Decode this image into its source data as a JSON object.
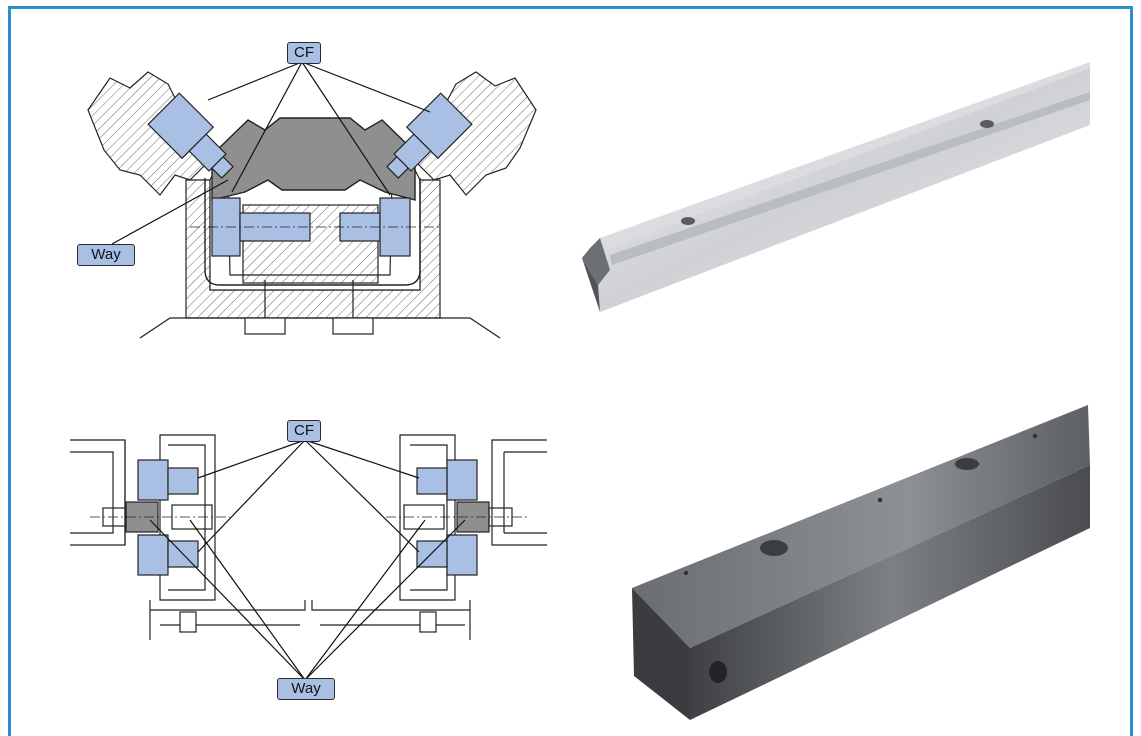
{
  "labels": {
    "top_cf": "CF",
    "top_way": "Way",
    "bottom_cf": "CF",
    "bottom_way": "Way"
  },
  "colors": {
    "frame_border": "#2b8fd0",
    "label_fill": "#a9bfe3",
    "cf_part_fill": "#a9bfe3",
    "way_fill": "#8f8f8f"
  },
  "icons": [
    "v-type-guide-cross-section-drawing",
    "flat-type-guide-cross-section-drawing",
    "v-type-rail-photo",
    "square-rail-photo"
  ]
}
